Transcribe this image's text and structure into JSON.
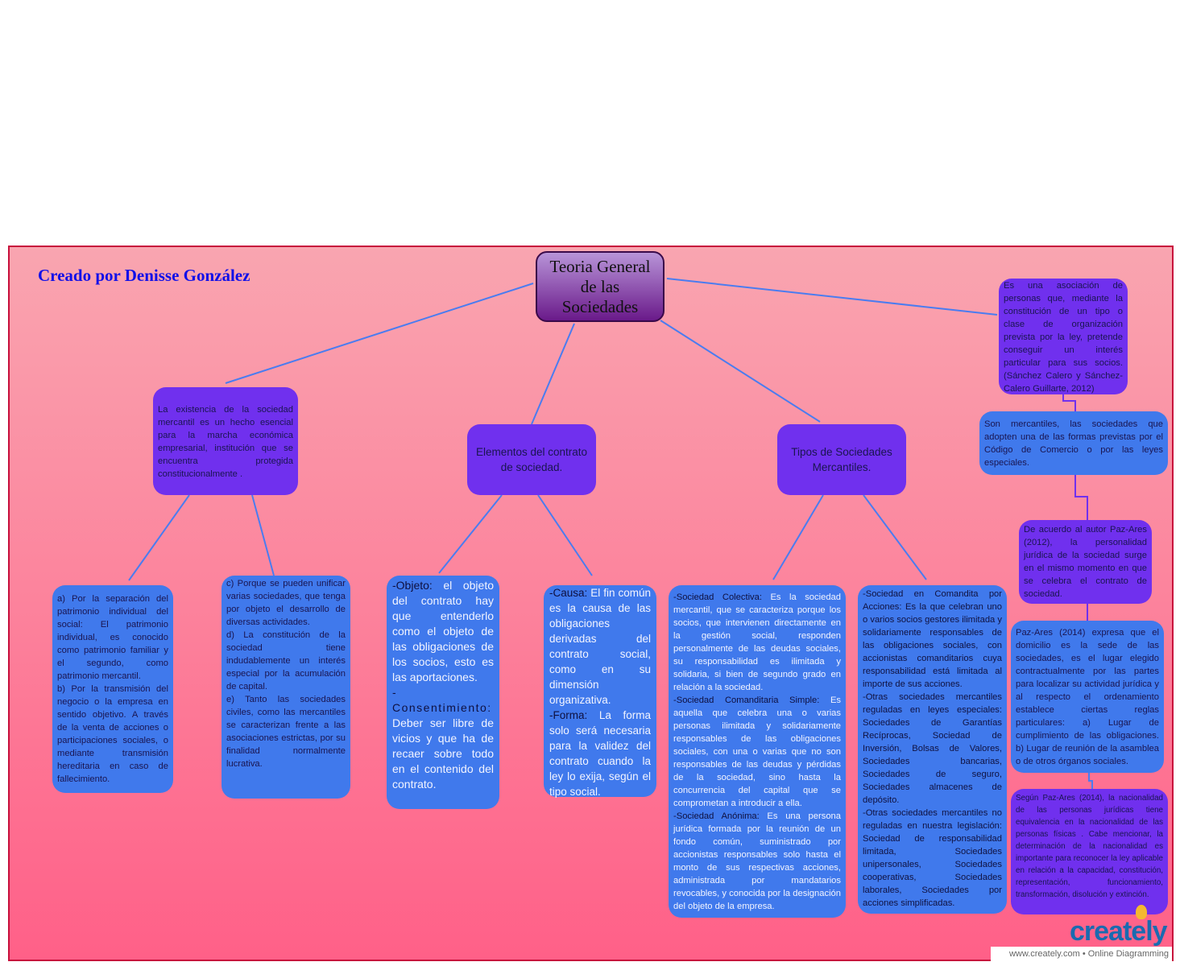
{
  "credit": "Creado por Denisse González",
  "title": [
    "Teoria General",
    "de las",
    "Sociedades"
  ],
  "nodes": {
    "existencia": "La existencia de la sociedad mercantil es un hecho esencial para la marcha económica empresarial, institución que se encuentra protegida constitucionalmente .",
    "elementos": "Elementos del contrato de sociedad.",
    "tipos": "Tipos de Sociedades Mercantiles.",
    "definicion": "Es una asociación de personas que, mediante la constitución de un tipo o clase de organización prevista por la ley, pretende conseguir un interés particular para sus socios. (Sánchez Calero y Sánchez-Calero Guillarte, 2012)",
    "mercantiles": "Son mercantiles, las sociedades que adopten una de las formas previstas por el Código de Comercio o por las leyes especiales.",
    "personalidad": "De acuerdo al autor Paz-Ares (2012), la personalidad jurídica de la sociedad surge en el mismo momento en que se celebra el contrato de sociedad.",
    "domicilio": "Paz-Ares (2014) expresa que el domicilio es la sede de las sociedades, es el lugar elegido contractualmente por las partes para localizar su actividad jurídica y al respecto el ordenamiento establece ciertas reglas particulares: a) Lugar de cumplimiento de las obligaciones. b) Lugar de reunión de la asamblea o de otros órganos sociales.",
    "nacionalidad": "Según Paz-Ares (2014), la nacionalidad de las personas jurídicas tiene equivalencia en la nacionalidad de las personas físicas . Cabe mencionar, la determinación de la nacionalidad es importante para reconocer la ley aplicable en relación a la capacidad, constitución, representación, funcionamiento, transformación, disolución y extinción.",
    "razones_ab": [
      "a) Por la separación del patrimonio individual del social: El patrimonio individual, es conocido como patrimonio familiar y el segundo, como patrimonio mercantil.",
      "b) Por la transmisión del negocio o la empresa en sentido objetivo. A través de la venta de acciones o participaciones sociales, o mediante transmisión hereditaria en caso de fallecimiento."
    ],
    "razones_cde": [
      "c) Porque se pueden unificar varias sociedades, que tenga por objeto el desarrollo de diversas actividades.",
      "d) La constitución de la sociedad tiene indudablemente un interés especial por la acumulación de capital.",
      "e) Tanto las sociedades civiles, como las mercantiles se caracterizan frente a las asociaciones estrictas, por su finalidad normalmente lucrativa."
    ],
    "objeto": {
      "label1": "-Objeto:",
      "text1": " el objeto del contrato hay que entenderlo como el objeto de las obligaciones de los socios, esto es las aportaciones.",
      "label2": "-Consentimiento:",
      "text2": " Deber ser libre de vicios y que ha de recaer sobre todo en el contenido del contrato."
    },
    "causa": {
      "label1": "-Causa:",
      "text1": " El fin común es la causa de las obligaciones derivadas del contrato social, como en su dimensión organizativa.",
      "label2": "-Forma:",
      "text2": " La forma solo será necesaria para la validez del contrato cuando la ley lo exija, según el tipo social."
    },
    "colectiva": [
      {
        "label": "-Sociedad Colectiva:",
        "text": " Es la sociedad mercantil, que se caracteriza porque los socios, que intervienen directamente en la gestión social, responden personalmente de las deudas sociales, su responsabilidad es ilimitada y solidaria, si bien de segundo grado en relación a la sociedad."
      },
      {
        "label": "-Sociedad Comanditaria Simple:",
        "text": " Es aquella que celebra una o varias personas ilimitada y solidariamente responsables de las obligaciones sociales, con una o varias que no son responsables de las deudas y pérdidas de la sociedad, sino hasta la concurrencia del capital que se comprometan a introducir a ella."
      },
      {
        "label": "-Sociedad Anónima:",
        "text": " Es una persona jurídica formada por la reunión de un fondo común, suministrado por accionistas responsables solo hasta el monto de sus respectivas acciones, administrada por mandatarios revocables, y conocida por la designación del objeto de la empresa."
      }
    ],
    "comandita": [
      "-Sociedad en Comandita por Acciones: Es la que celebran uno o varios socios gestores ilimitada y solidariamente responsables de las obligaciones sociales, con accionistas comanditarios cuya responsabilidad está limitada al importe de sus acciones.",
      "-Otras sociedades mercantiles reguladas en leyes especiales: Sociedades de Garantías Recíprocas, Sociedad de Inversión, Bolsas de Valores, Sociedades bancarias, Sociedades de seguro, Sociedades almacenes de depósito.",
      "-Otras sociedades mercantiles no reguladas en nuestra legislación: Sociedad de responsabilidad limitada, Sociedades unipersonales, Sociedades cooperativas, Sociedades laborales, Sociedades por acciones simplificadas."
    ]
  },
  "branding": {
    "logo": "creately",
    "footer": "www.creately.com • Online Diagramming"
  },
  "colors": {
    "purple_node": "#7030ee",
    "blue_node": "#4079ec",
    "connector": "#4a7cf0",
    "frame_border": "#c8103c"
  }
}
